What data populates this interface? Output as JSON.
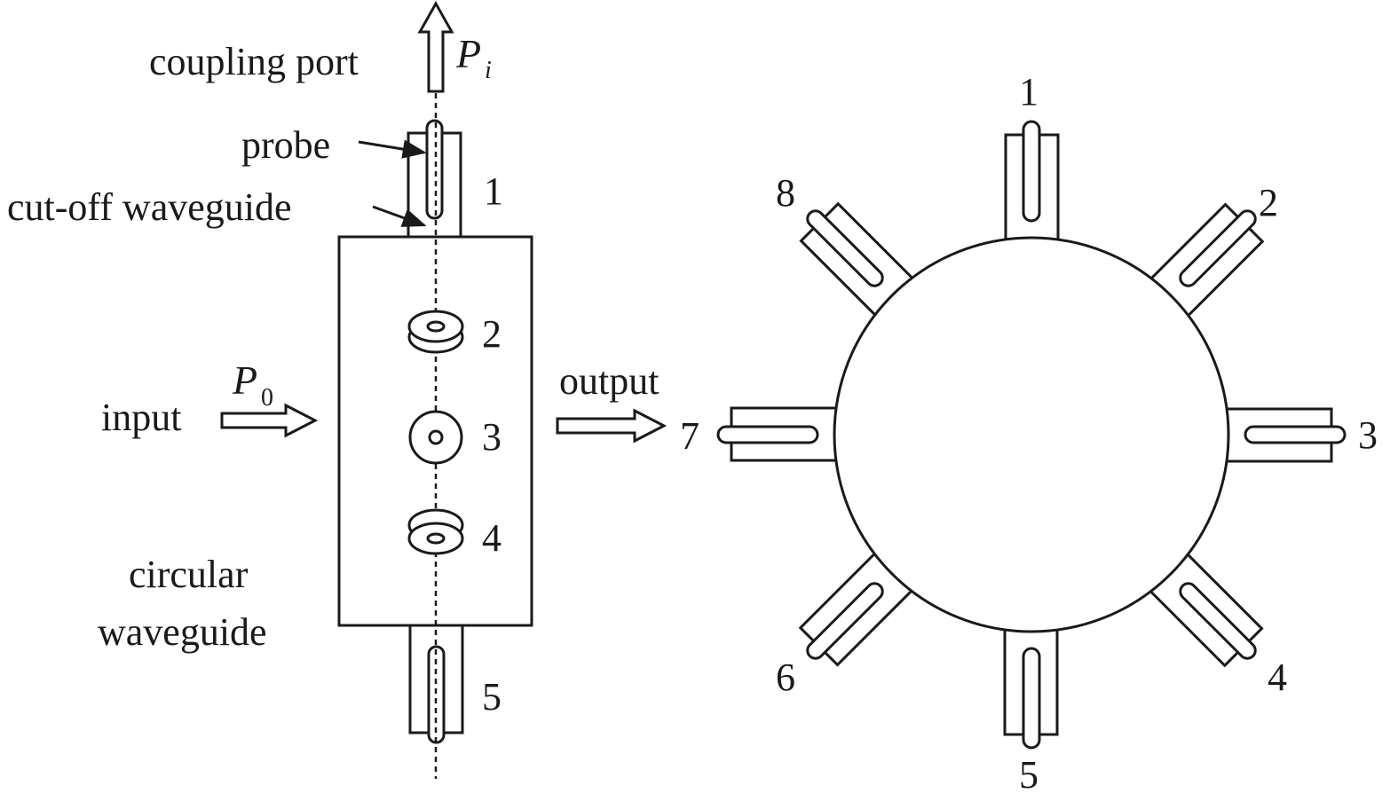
{
  "labels": {
    "coupling_port": "coupling port",
    "probe": "probe",
    "cutoff_waveguide": "cut-off waveguide",
    "input": "input",
    "output": "output",
    "circular_line1": "circular",
    "circular_line2": "waveguide",
    "p_i": "P",
    "p_i_sub": "i",
    "p_0": "P",
    "p_0_sub": "0"
  },
  "side_view_ports": [
    "1",
    "2",
    "3",
    "4",
    "5"
  ],
  "top_view_ports": [
    "1",
    "2",
    "3",
    "4",
    "5",
    "6",
    "7",
    "8"
  ]
}
